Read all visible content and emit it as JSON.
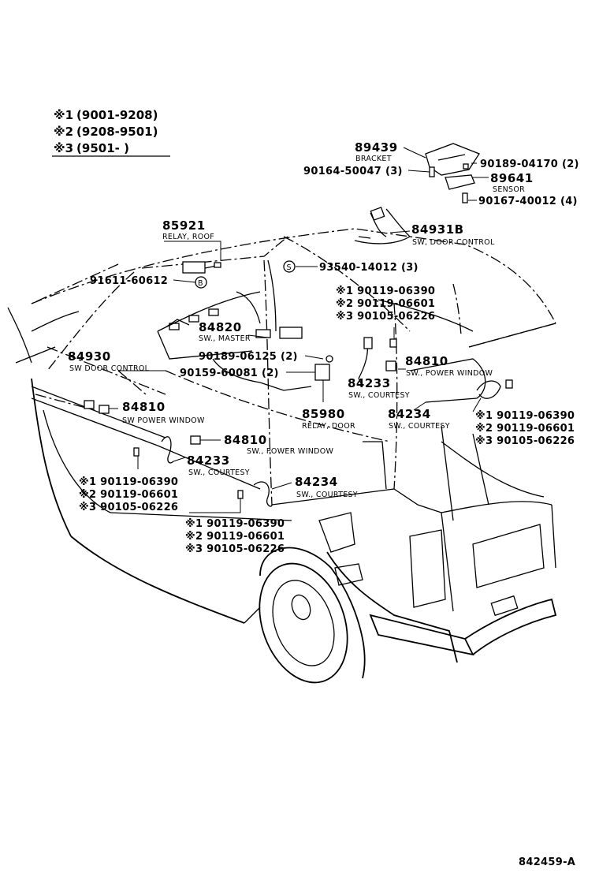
{
  "legend": [
    {
      "mark": "※1",
      "range": "(9001-9208)"
    },
    {
      "mark": "※2",
      "range": "(9208-9501)"
    },
    {
      "mark": "※3",
      "range": "(9501-        )"
    }
  ],
  "parts": {
    "p89439": {
      "number": "89439",
      "name": "BRACKET"
    },
    "p90189_04170": {
      "number": "90189-04170 (2)"
    },
    "p90164": {
      "number": "90164-50047 (3)"
    },
    "p89641": {
      "number": "89641",
      "name": "SENSOR"
    },
    "p90167": {
      "number": "90167-40012 (4)"
    },
    "p84931B": {
      "number": "84931B",
      "name": "SW, DOOR CONTROL"
    },
    "p85921": {
      "number": "85921",
      "name": "RELAY, ROOF"
    },
    "p93540": {
      "number": "93540-14012 (3)",
      "mark": "S"
    },
    "p91611": {
      "number": "91611-60612",
      "mark": "B"
    },
    "p84820": {
      "number": "84820",
      "name": "SW., MASTER"
    },
    "p90189_06125": {
      "number": "90189-06125 (2)"
    },
    "p90159": {
      "number": "90159-60081 (2)"
    },
    "p84930": {
      "number": "84930",
      "name": "SW DOOR CONTROL"
    },
    "p84810_rear": {
      "number": "84810",
      "name": "SW., POWER WINDOW"
    },
    "p84233_rear": {
      "number": "84233",
      "name": "SW., COURTESY"
    },
    "p85980": {
      "number": "85980",
      "name": "RELAY, DOOR"
    },
    "p84234_rear": {
      "number": "84234",
      "name": "SW., COURTESY"
    },
    "p84810_left": {
      "number": "84810",
      "name": "SW POWER WINDOW"
    },
    "p84810_mid": {
      "number": "84810",
      "name": "SW., POWER WINDOW"
    },
    "p84233_front": {
      "number": "84233",
      "name": "SW., COURTESY"
    },
    "p84234_front": {
      "number": "84234",
      "name": "SW., COURTESY"
    }
  },
  "screw_groups": {
    "top": [
      "※1 90119-06390",
      "※2 90119-06601",
      "※3 90105-06226"
    ],
    "right": [
      "※1 90119-06390",
      "※2 90119-06601",
      "※3 90105-06226"
    ],
    "left": [
      "※1 90119-06390",
      "※2 90119-06601",
      "※3 90105-06226"
    ],
    "bottom": [
      "※1 90119-06390",
      "※2 90119-06601",
      "※3 90105-06226"
    ]
  },
  "figure_id": "842459-A"
}
